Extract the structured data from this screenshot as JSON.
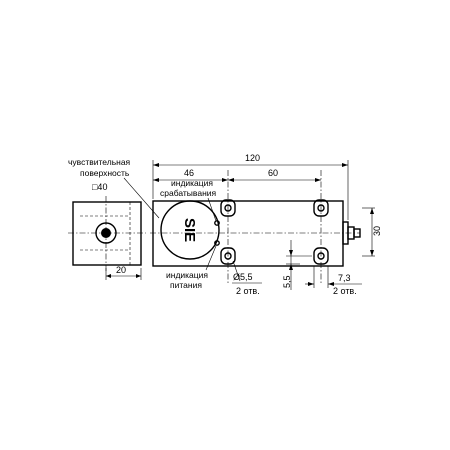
{
  "labels": {
    "sensing_surface_line1": "чувствительная",
    "sensing_surface_line2": "поверхность",
    "switching_indication_line1": "индикация",
    "switching_indication_line2": "срабатывания",
    "power_indication_line1": "индикация",
    "power_indication_line2": "питания",
    "logo_text": "SIE"
  },
  "dimensions": {
    "total_length": "120",
    "length_46": "46",
    "hole_spacing": "60",
    "square_side": "□40",
    "depth_20": "20",
    "height_30": "30",
    "hole_dia": "Ø5,5",
    "hole_count_left": "2 отв.",
    "offset_5_5": "5,5",
    "slot_7_3": "7,3",
    "hole_count_right": "2 отв."
  }
}
